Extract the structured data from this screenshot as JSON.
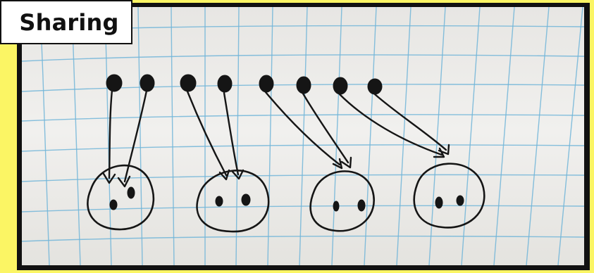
{
  "title": "Sharing",
  "colors": {
    "background": "#fbf564",
    "ink": "#151515",
    "grid": "#71b5d8",
    "paper": "#efeeeb"
  },
  "diagram": {
    "source_dot_count": 8,
    "group_count": 4,
    "dots_per_group": 2
  }
}
